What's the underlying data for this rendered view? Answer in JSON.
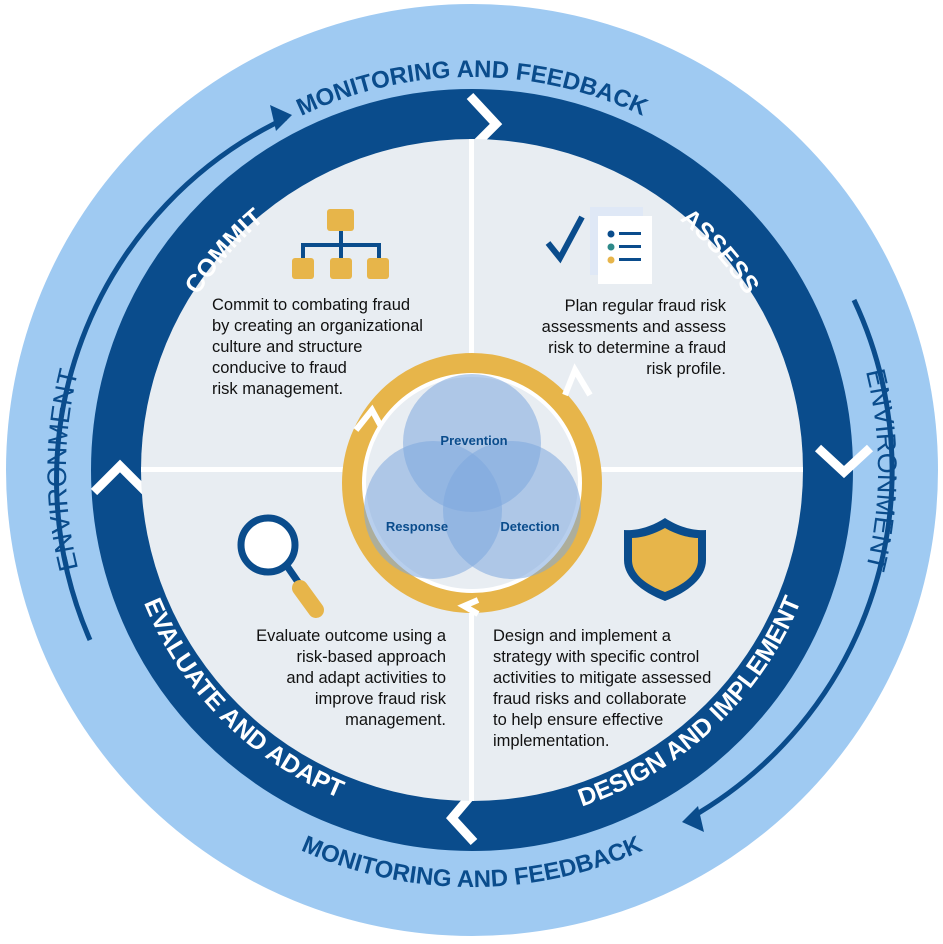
{
  "colors": {
    "outer_ring": "#9fcaf2",
    "dark_blue": "#0a4c8c",
    "inner_fill": "#e8edf2",
    "gold": "#e7b54a",
    "white": "#ffffff",
    "text_dark": "#111111",
    "venn_fill": "#7da7de"
  },
  "ring": {
    "monitoring_top": "MONITORING AND FEEDBACK",
    "monitoring_bottom": "MONITORING AND FEEDBACK",
    "environment_left": "ENVIRONMENT",
    "environment_right": "ENVIRONMENT"
  },
  "phases": {
    "commit": "COMMIT",
    "assess": "ASSESS",
    "design": "DESIGN AND IMPLEMENT",
    "evaluate": "EVALUATE AND ADAPT"
  },
  "descriptions": {
    "commit": [
      "Commit to combating fraud",
      "by creating an organizational",
      "culture and structure",
      "conducive to fraud",
      "risk management."
    ],
    "assess": [
      "Plan regular fraud risk",
      "assessments and assess",
      "risk to determine a fraud",
      "risk profile."
    ],
    "evaluate": [
      "Evaluate outcome using a",
      "risk-based approach",
      "and adapt activities to",
      "improve fraud risk",
      "management."
    ],
    "design": [
      "Design and implement a",
      "strategy with specific control",
      "activities to mitigate assessed",
      "fraud risks and collaborate",
      "to help ensure effective",
      "implementation."
    ]
  },
  "venn": {
    "top": "Prevention",
    "left": "Response",
    "right": "Detection"
  },
  "icons": {
    "commit": "org-chart-icon",
    "assess": "checklist-icon",
    "evaluate": "magnifier-icon",
    "design": "shield-icon"
  }
}
